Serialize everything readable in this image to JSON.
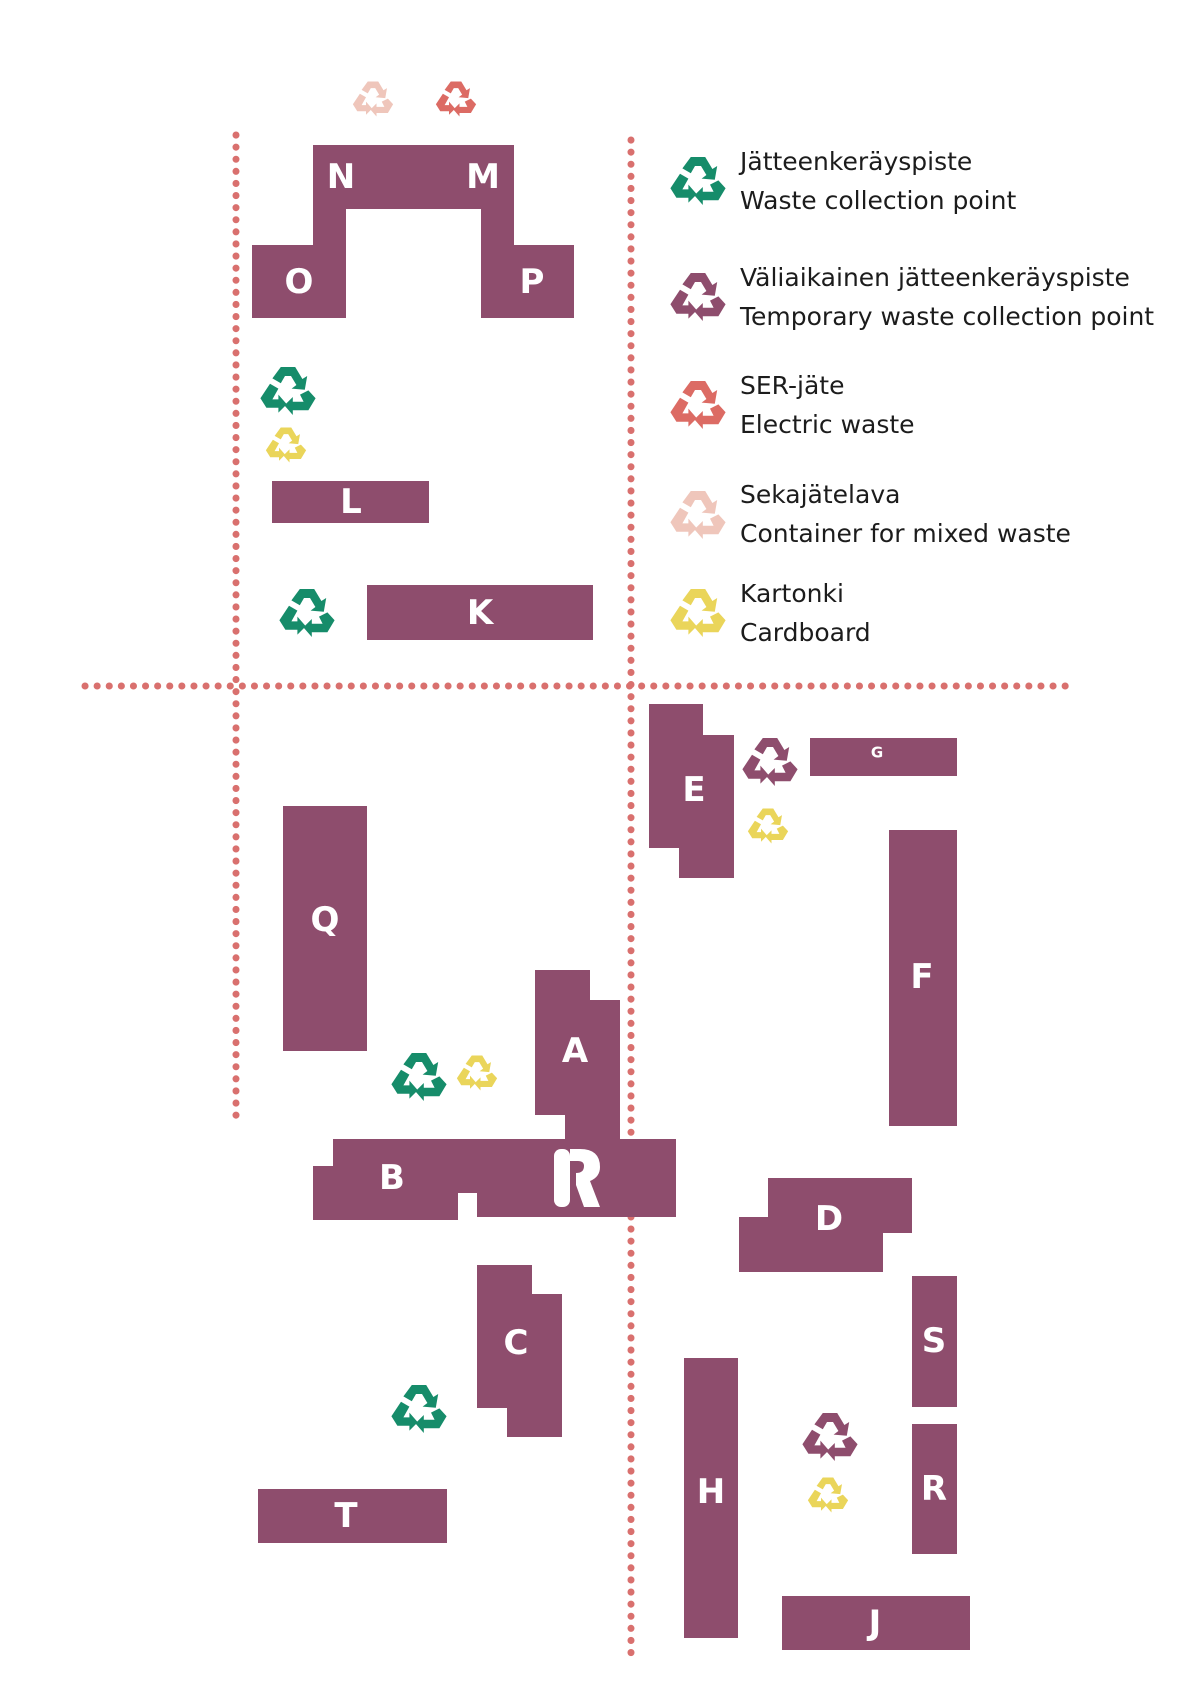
{
  "colors": {
    "building": "#8e4d6d",
    "dotted_line": "#d9706e",
    "waste_collection_point": "#168c6a",
    "temporary_waste_collection_point": "#8e4d6d",
    "electric_waste": "#dc6b64",
    "mixed_waste_container": "#efc6bb",
    "cardboard": "#ead55a"
  },
  "buildings": {
    "N": "N",
    "M": "M",
    "O": "O",
    "P": "P",
    "L": "L",
    "K": "K",
    "E": "E",
    "G": "G",
    "Q": "Q",
    "F": "F",
    "A": "A",
    "B": "B",
    "D": "D",
    "C": "C",
    "S": "S",
    "H": "H",
    "R": "R",
    "T": "T",
    "J": "J"
  },
  "legend": [
    {
      "icon": "recycle-green-icon",
      "fi": "Jätteenkeräyspiste",
      "en": "Waste collection point"
    },
    {
      "icon": "recycle-purple-icon",
      "fi": "Väliaikainen jätteenkeräyspiste",
      "en": "Temporary waste collection point"
    },
    {
      "icon": "recycle-red-icon",
      "fi": "SER-jäte",
      "en": "Electric waste"
    },
    {
      "icon": "recycle-pink-icon",
      "fi": "Sekajätelava",
      "en": "Container for mixed waste"
    },
    {
      "icon": "recycle-yellow-icon",
      "fi": "Kartonki",
      "en": "Cardboard"
    }
  ]
}
